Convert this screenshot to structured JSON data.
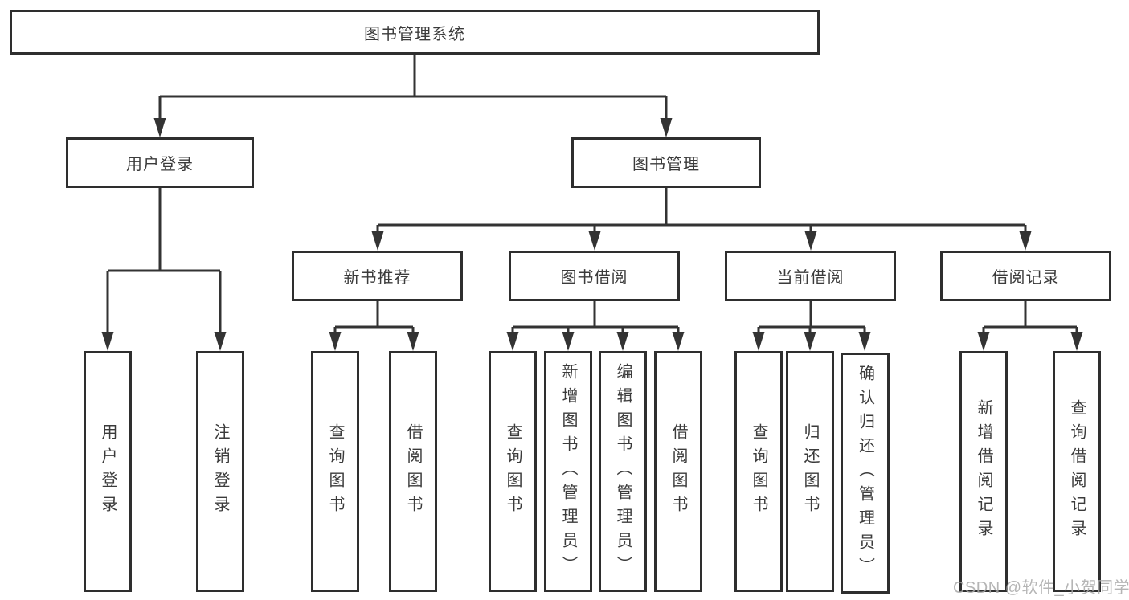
{
  "diagram": {
    "type": "hierarchy-tree",
    "colors": {
      "background": "#ffffff",
      "line": "#333333",
      "box_border": "#2e2e2e",
      "box_fill": "#ffffff",
      "text": "#3b3b3b",
      "watermark": "#a9a9a9"
    },
    "watermark": "CSDN @软件_小贺同学",
    "tree": {
      "label": "图书管理系统",
      "children": [
        {
          "label": "用户登录",
          "children": [
            {
              "label": "用户登录"
            },
            {
              "label": "注销登录"
            }
          ]
        },
        {
          "label": "图书管理",
          "children": [
            {
              "label": "新书推荐",
              "children": [
                {
                  "label": "查询图书"
                },
                {
                  "label": "借阅图书"
                }
              ]
            },
            {
              "label": "图书借阅",
              "children": [
                {
                  "label": "查询图书"
                },
                {
                  "label": "新增图书（管理员）"
                },
                {
                  "label": "编辑图书（管理员）"
                },
                {
                  "label": "借阅图书"
                }
              ]
            },
            {
              "label": "当前借阅",
              "children": [
                {
                  "label": "查询图书"
                },
                {
                  "label": "归还图书"
                },
                {
                  "label": "确认归还（管理员）"
                }
              ]
            },
            {
              "label": "借阅记录",
              "children": [
                {
                  "label": "新增借阅记录"
                },
                {
                  "label": "查询借阅记录"
                }
              ]
            }
          ]
        }
      ]
    }
  }
}
